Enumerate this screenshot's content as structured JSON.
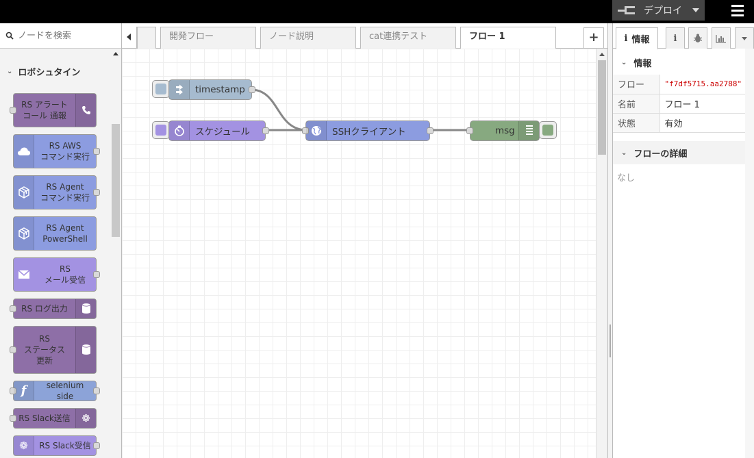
{
  "header": {
    "deploy_label": "デプロイ"
  },
  "palette": {
    "search_placeholder": "ノードを検索",
    "category": "ロボシュタイン",
    "nodes": [
      {
        "label": "RS アラート\nコール 通報",
        "color": "#8e6fa7",
        "icon": "phone-icon",
        "side": "right"
      },
      {
        "label": "RS AWS\nコマンド実行",
        "color": "#8c9ce0",
        "icon": "cloud-icon",
        "side": "left"
      },
      {
        "label": "RS Agent\nコマンド実行",
        "color": "#8c9ce0",
        "icon": "box-icon",
        "side": "left"
      },
      {
        "label": "RS Agent\nPowerShell",
        "color": "#8c9ce0",
        "icon": "box-icon",
        "side": "left"
      },
      {
        "label": "RS\nメール受信",
        "color": "#a392e2",
        "icon": "mail-icon",
        "side": "left"
      },
      {
        "label": "RS ログ出力",
        "color": "#8e6fa7",
        "icon": "database-icon",
        "side": "right"
      },
      {
        "label": "RS\nステータス\n更新",
        "color": "#8e6fa7",
        "icon": "database-icon",
        "side": "right"
      },
      {
        "label": "selenium side",
        "color": "#8ca3d8",
        "icon": "function-icon",
        "side": "left"
      },
      {
        "label": "RS Slack送信",
        "color": "#8e6fa7",
        "icon": "cog-icon",
        "side": "right"
      },
      {
        "label": "RS Slack受信",
        "color": "#a392e2",
        "icon": "cog-icon",
        "side": "left"
      }
    ]
  },
  "tabs": [
    {
      "label": ""
    },
    {
      "label": "開発フロー"
    },
    {
      "label": "ノード説明"
    },
    {
      "label": "cat連携テスト"
    },
    {
      "label": "フロー 1",
      "active": true
    }
  ],
  "flow": {
    "nodes": [
      {
        "id": "timestamp",
        "label": "timestamp",
        "color": "#a6bbcf",
        "icon": "arrows-icon"
      },
      {
        "id": "schedule",
        "label": "スケジュール",
        "color": "#a392e2",
        "icon": "timer-icon"
      },
      {
        "id": "ssh",
        "label": "SSHクライアント",
        "color": "#8c9ce0",
        "icon": "globe-icon"
      },
      {
        "id": "msg",
        "label": "msg",
        "color": "#87a980",
        "icon": "list-icon"
      }
    ]
  },
  "sidebar": {
    "tabs": [
      {
        "label": "情報",
        "icon": "info-icon"
      },
      {
        "label": "",
        "icon": "info-icon"
      },
      {
        "label": "",
        "icon": "bug-icon"
      },
      {
        "label": "",
        "icon": "chart-icon"
      }
    ],
    "info_header": "情報",
    "rows": [
      {
        "key": "フロー",
        "value": "\"f7df5715.aa2788\""
      },
      {
        "key": "名前",
        "value": "フロー 1"
      },
      {
        "key": "状態",
        "value": "有効"
      }
    ],
    "details_header": "フローの詳細",
    "details_body": "なし"
  }
}
